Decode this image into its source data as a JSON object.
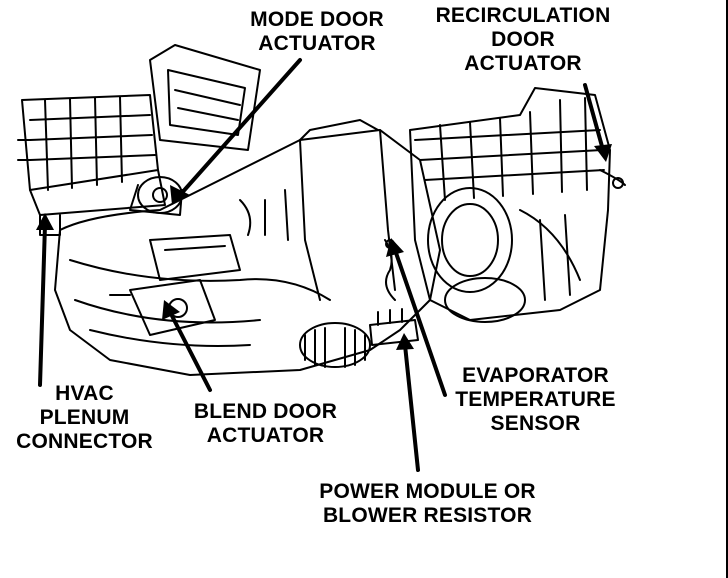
{
  "diagram": {
    "colors": {
      "ink": "#000000",
      "paper": "#ffffff"
    },
    "labels": {
      "mode_door_actuator": [
        "MODE DOOR",
        "ACTUATOR"
      ],
      "recirculation_door_actuator": [
        "RECIRCULATION",
        "DOOR",
        "ACTUATOR"
      ],
      "hvac_plenum_connector": [
        "HVAC",
        "PLENUM",
        "CONNECTOR"
      ],
      "blend_door_actuator": [
        "BLEND DOOR",
        "ACTUATOR"
      ],
      "evaporator_temperature_sensor": [
        "EVAPORATOR",
        "TEMPERATURE",
        "SENSOR"
      ],
      "power_module_blower_resistor": [
        "POWER MODULE OR",
        "BLOWER RESISTOR"
      ]
    }
  }
}
